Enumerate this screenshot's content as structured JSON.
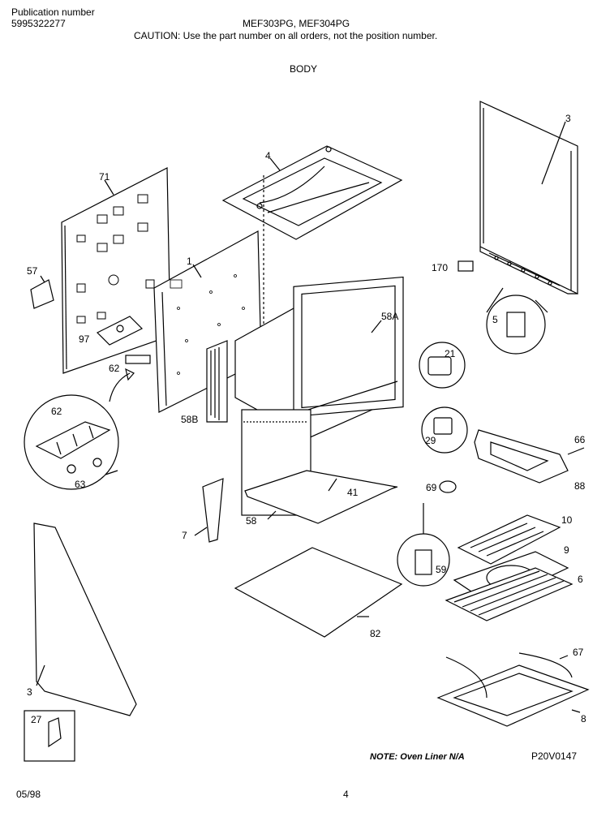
{
  "header": {
    "publication_label": "Publication number",
    "publication_number": "5995322277",
    "models": "MEF303PG, MEF304PG",
    "caution": "CAUTION:  Use the part number on all orders, not the position number.",
    "section_title": "BODY"
  },
  "callouts": {
    "p3_top": "3",
    "p4": "4",
    "p71": "71",
    "p1": "1",
    "p57": "57",
    "p97": "97",
    "p62_small": "62",
    "p62_circle": "62",
    "p63": "63",
    "p58a": "58A",
    "p58b": "58B",
    "p21": "21",
    "p29": "29",
    "p170": "170",
    "p5": "5",
    "p66": "66",
    "p88": "88",
    "p69": "69",
    "p41": "41",
    "p58": "58",
    "p7": "7",
    "p59": "59",
    "p10": "10",
    "p9": "9",
    "p6": "6",
    "p82": "82",
    "p67": "67",
    "p8": "8",
    "p3_bottom": "3",
    "p27": "27"
  },
  "footer": {
    "note": "NOTE:  Oven Liner N/A",
    "drawing_code": "P20V0147",
    "date": "05/98",
    "page_number": "4"
  }
}
